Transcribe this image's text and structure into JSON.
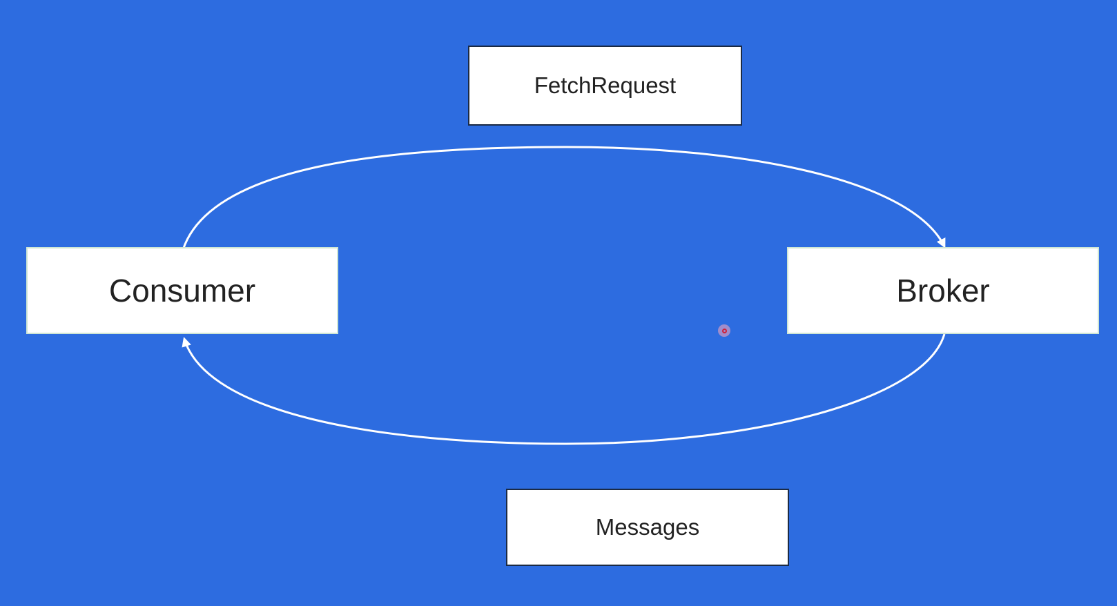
{
  "diagram": {
    "background_color": "#2d6ce0",
    "arrow_color": "#ffffff",
    "nodes": {
      "consumer": {
        "label": "Consumer"
      },
      "broker": {
        "label": "Broker"
      }
    },
    "messages": {
      "request": {
        "label": "FetchRequest",
        "from": "Consumer",
        "to": "Broker"
      },
      "response": {
        "label": "Messages",
        "from": "Broker",
        "to": "Consumer"
      }
    }
  }
}
